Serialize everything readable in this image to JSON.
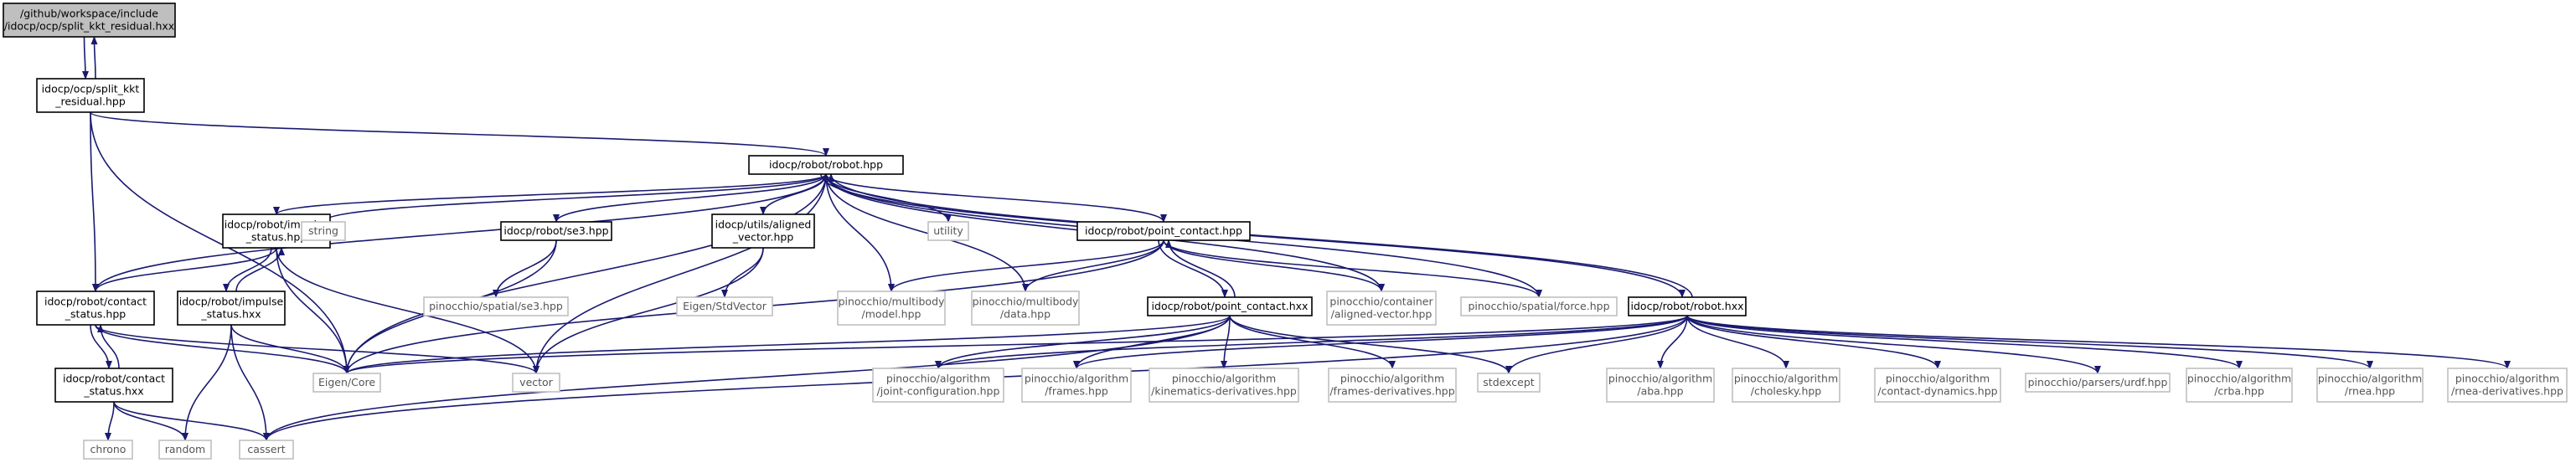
{
  "nodes": {
    "root": {
      "lines": [
        "/github/workspace/include",
        "/idocp/ocp/split_kkt_residual.hxx"
      ],
      "fill": "#bfbfbf",
      "stroke": "#000000",
      "text": "#000000"
    },
    "split_kkt_hpp": {
      "lines": [
        "idocp/ocp/split_kkt",
        "_residual.hpp"
      ],
      "fill": "#ffffff",
      "stroke": "#000000",
      "text": "#000000"
    },
    "robot_hpp": {
      "lines": [
        "idocp/robot/robot.hpp"
      ],
      "fill": "#ffffff",
      "stroke": "#000000",
      "text": "#000000"
    },
    "impulse_status_hpp": {
      "lines": [
        "idocp/robot/impulse",
        "_status.hpp"
      ],
      "fill": "#ffffff",
      "stroke": "#000000",
      "text": "#000000"
    },
    "string": {
      "lines": [
        "string"
      ],
      "fill": "#ffffff",
      "stroke": "#bfbfbf",
      "text": "#555555"
    },
    "se3_hpp": {
      "lines": [
        "idocp/robot/se3.hpp"
      ],
      "fill": "#ffffff",
      "stroke": "#000000",
      "text": "#000000"
    },
    "aligned_vector_hpp": {
      "lines": [
        "idocp/utils/aligned",
        "_vector.hpp"
      ],
      "fill": "#ffffff",
      "stroke": "#000000",
      "text": "#000000"
    },
    "utility": {
      "lines": [
        "utility"
      ],
      "fill": "#ffffff",
      "stroke": "#bfbfbf",
      "text": "#555555"
    },
    "point_contact_hpp": {
      "lines": [
        "idocp/robot/point_contact.hpp"
      ],
      "fill": "#ffffff",
      "stroke": "#000000",
      "text": "#000000"
    },
    "contact_status_hpp": {
      "lines": [
        "idocp/robot/contact",
        "_status.hpp"
      ],
      "fill": "#ffffff",
      "stroke": "#000000",
      "text": "#000000"
    },
    "impulse_status_hxx": {
      "lines": [
        "idocp/robot/impulse",
        "_status.hxx"
      ],
      "fill": "#ffffff",
      "stroke": "#000000",
      "text": "#000000"
    },
    "spatial_se3": {
      "lines": [
        "pinocchio/spatial/se3.hpp"
      ],
      "fill": "#ffffff",
      "stroke": "#bfbfbf",
      "text": "#555555"
    },
    "eigen_stdvector": {
      "lines": [
        "Eigen/StdVector"
      ],
      "fill": "#ffffff",
      "stroke": "#bfbfbf",
      "text": "#555555"
    },
    "multibody_model": {
      "lines": [
        "pinocchio/multibody",
        "/model.hpp"
      ],
      "fill": "#ffffff",
      "stroke": "#bfbfbf",
      "text": "#555555"
    },
    "multibody_data": {
      "lines": [
        "pinocchio/multibody",
        "/data.hpp"
      ],
      "fill": "#ffffff",
      "stroke": "#bfbfbf",
      "text": "#555555"
    },
    "point_contact_hxx": {
      "lines": [
        "idocp/robot/point_contact.hxx"
      ],
      "fill": "#ffffff",
      "stroke": "#000000",
      "text": "#000000"
    },
    "container_aligned": {
      "lines": [
        "pinocchio/container",
        "/aligned-vector.hpp"
      ],
      "fill": "#ffffff",
      "stroke": "#bfbfbf",
      "text": "#555555"
    },
    "spatial_force": {
      "lines": [
        "pinocchio/spatial/force.hpp"
      ],
      "fill": "#ffffff",
      "stroke": "#bfbfbf",
      "text": "#555555"
    },
    "robot_hxx": {
      "lines": [
        "idocp/robot/robot.hxx"
      ],
      "fill": "#ffffff",
      "stroke": "#000000",
      "text": "#000000"
    },
    "contact_status_hxx": {
      "lines": [
        "idocp/robot/contact",
        "_status.hxx"
      ],
      "fill": "#ffffff",
      "stroke": "#000000",
      "text": "#000000"
    },
    "eigen_core": {
      "lines": [
        "Eigen/Core"
      ],
      "fill": "#ffffff",
      "stroke": "#bfbfbf",
      "text": "#555555"
    },
    "vector": {
      "lines": [
        "vector"
      ],
      "fill": "#ffffff",
      "stroke": "#bfbfbf",
      "text": "#555555"
    },
    "chrono": {
      "lines": [
        "chrono"
      ],
      "fill": "#ffffff",
      "stroke": "#bfbfbf",
      "text": "#555555"
    },
    "random": {
      "lines": [
        "random"
      ],
      "fill": "#ffffff",
      "stroke": "#bfbfbf",
      "text": "#555555"
    },
    "cassert": {
      "lines": [
        "cassert"
      ],
      "fill": "#ffffff",
      "stroke": "#bfbfbf",
      "text": "#555555"
    },
    "alg_joint_config": {
      "lines": [
        "pinocchio/algorithm",
        "/joint-configuration.hpp"
      ],
      "fill": "#ffffff",
      "stroke": "#bfbfbf",
      "text": "#555555"
    },
    "alg_frames": {
      "lines": [
        "pinocchio/algorithm",
        "/frames.hpp"
      ],
      "fill": "#ffffff",
      "stroke": "#bfbfbf",
      "text": "#555555"
    },
    "alg_kinematics_deriv": {
      "lines": [
        "pinocchio/algorithm",
        "/kinematics-derivatives.hpp"
      ],
      "fill": "#ffffff",
      "stroke": "#bfbfbf",
      "text": "#555555"
    },
    "alg_frames_deriv": {
      "lines": [
        "pinocchio/algorithm",
        "/frames-derivatives.hpp"
      ],
      "fill": "#ffffff",
      "stroke": "#bfbfbf",
      "text": "#555555"
    },
    "stdexcept": {
      "lines": [
        "stdexcept"
      ],
      "fill": "#ffffff",
      "stroke": "#bfbfbf",
      "text": "#555555"
    },
    "alg_aba": {
      "lines": [
        "pinocchio/algorithm",
        "/aba.hpp"
      ],
      "fill": "#ffffff",
      "stroke": "#bfbfbf",
      "text": "#555555"
    },
    "alg_cholesky": {
      "lines": [
        "pinocchio/algorithm",
        "/cholesky.hpp"
      ],
      "fill": "#ffffff",
      "stroke": "#bfbfbf",
      "text": "#555555"
    },
    "alg_contact_dyn": {
      "lines": [
        "pinocchio/algorithm",
        "/contact-dynamics.hpp"
      ],
      "fill": "#ffffff",
      "stroke": "#bfbfbf",
      "text": "#555555"
    },
    "parsers_urdf": {
      "lines": [
        "pinocchio/parsers/urdf.hpp"
      ],
      "fill": "#ffffff",
      "stroke": "#bfbfbf",
      "text": "#555555"
    },
    "alg_crba": {
      "lines": [
        "pinocchio/algorithm",
        "/crba.hpp"
      ],
      "fill": "#ffffff",
      "stroke": "#bfbfbf",
      "text": "#555555"
    },
    "alg_rnea": {
      "lines": [
        "pinocchio/algorithm",
        "/rnea.hpp"
      ],
      "fill": "#ffffff",
      "stroke": "#bfbfbf",
      "text": "#555555"
    },
    "alg_rnea_deriv": {
      "lines": [
        "pinocchio/algorithm",
        "/rnea-derivatives.hpp"
      ],
      "fill": "#ffffff",
      "stroke": "#bfbfbf",
      "text": "#555555"
    }
  },
  "edges": [
    [
      "root",
      "split_kkt_hpp"
    ],
    [
      "split_kkt_hpp",
      "root"
    ],
    [
      "split_kkt_hpp",
      "robot_hpp"
    ],
    [
      "split_kkt_hpp",
      "eigen_core"
    ],
    [
      "split_kkt_hpp",
      "contact_status_hpp"
    ],
    [
      "robot_hpp",
      "impulse_status_hpp"
    ],
    [
      "robot_hpp",
      "string"
    ],
    [
      "robot_hpp",
      "se3_hpp"
    ],
    [
      "robot_hpp",
      "aligned_vector_hpp"
    ],
    [
      "robot_hpp",
      "utility"
    ],
    [
      "robot_hpp",
      "point_contact_hpp"
    ],
    [
      "robot_hpp",
      "contact_status_hpp"
    ],
    [
      "robot_hpp",
      "eigen_core"
    ],
    [
      "robot_hpp",
      "vector"
    ],
    [
      "robot_hpp",
      "multibody_model"
    ],
    [
      "robot_hpp",
      "multibody_data"
    ],
    [
      "robot_hpp",
      "container_aligned"
    ],
    [
      "robot_hpp",
      "spatial_force"
    ],
    [
      "robot_hpp",
      "robot_hxx"
    ],
    [
      "robot_hxx",
      "robot_hpp"
    ],
    [
      "impulse_status_hpp",
      "contact_status_hpp"
    ],
    [
      "impulse_status_hpp",
      "impulse_status_hxx"
    ],
    [
      "impulse_status_hxx",
      "impulse_status_hpp"
    ],
    [
      "impulse_status_hpp",
      "eigen_core"
    ],
    [
      "impulse_status_hpp",
      "vector"
    ],
    [
      "contact_status_hpp",
      "contact_status_hxx"
    ],
    [
      "contact_status_hxx",
      "contact_status_hpp"
    ],
    [
      "contact_status_hpp",
      "eigen_core"
    ],
    [
      "contact_status_hpp",
      "vector"
    ],
    [
      "impulse_status_hxx",
      "eigen_core"
    ],
    [
      "impulse_status_hxx",
      "random"
    ],
    [
      "impulse_status_hxx",
      "cassert"
    ],
    [
      "contact_status_hxx",
      "chrono"
    ],
    [
      "contact_status_hxx",
      "random"
    ],
    [
      "contact_status_hxx",
      "cassert"
    ],
    [
      "se3_hpp",
      "spatial_se3"
    ],
    [
      "se3_hpp",
      "eigen_core"
    ],
    [
      "aligned_vector_hpp",
      "eigen_stdvector"
    ],
    [
      "aligned_vector_hpp",
      "vector"
    ],
    [
      "point_contact_hpp",
      "multibody_model"
    ],
    [
      "point_contact_hpp",
      "multibody_data"
    ],
    [
      "point_contact_hpp",
      "point_contact_hxx"
    ],
    [
      "point_contact_hxx",
      "point_contact_hpp"
    ],
    [
      "point_contact_hpp",
      "container_aligned"
    ],
    [
      "point_contact_hpp",
      "spatial_force"
    ],
    [
      "point_contact_hpp",
      "eigen_core"
    ],
    [
      "point_contact_hxx",
      "eigen_core"
    ],
    [
      "point_contact_hxx",
      "alg_joint_config"
    ],
    [
      "point_contact_hxx",
      "alg_frames"
    ],
    [
      "point_contact_hxx",
      "alg_kinematics_deriv"
    ],
    [
      "point_contact_hxx",
      "alg_frames_deriv"
    ],
    [
      "point_contact_hxx",
      "stdexcept"
    ],
    [
      "point_contact_hxx",
      "cassert"
    ],
    [
      "robot_hxx",
      "eigen_core"
    ],
    [
      "robot_hxx",
      "alg_joint_config"
    ],
    [
      "robot_hxx",
      "alg_frames"
    ],
    [
      "robot_hxx",
      "stdexcept"
    ],
    [
      "robot_hxx",
      "cassert"
    ],
    [
      "robot_hxx",
      "alg_aba"
    ],
    [
      "robot_hxx",
      "alg_cholesky"
    ],
    [
      "robot_hxx",
      "alg_contact_dyn"
    ],
    [
      "robot_hxx",
      "parsers_urdf"
    ],
    [
      "robot_hxx",
      "alg_crba"
    ],
    [
      "robot_hxx",
      "alg_rnea"
    ],
    [
      "robot_hxx",
      "alg_rnea_deriv"
    ]
  ],
  "colors": {
    "edge": "#191970"
  }
}
